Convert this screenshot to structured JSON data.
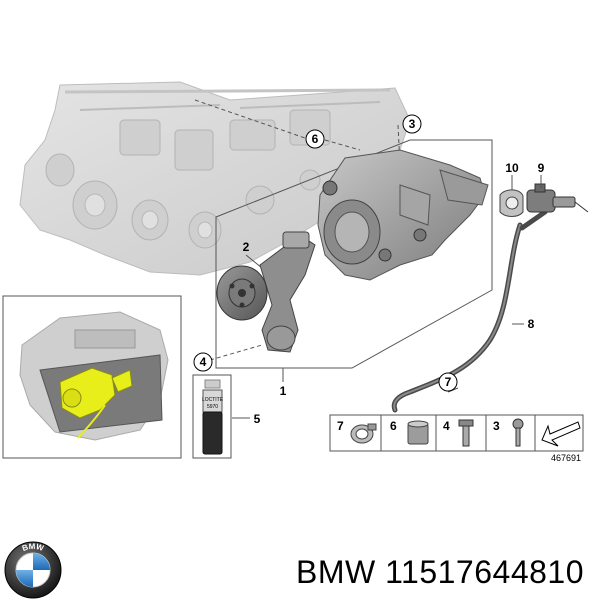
{
  "callouts": {
    "c1": "1",
    "c2": "2",
    "c3": "3",
    "c4": "4",
    "c5": "5",
    "c6": "6",
    "c7": "7",
    "c8": "8",
    "c9": "9",
    "c10": "10"
  },
  "tube_label": [
    "LOCTITE",
    "5970"
  ],
  "parts_strip": [
    {
      "label": "7",
      "icon": "hose-clamp-icon"
    },
    {
      "label": "6",
      "icon": "sleeve-icon"
    },
    {
      "label": "4",
      "icon": "flange-bolt-icon"
    },
    {
      "label": "3",
      "icon": "bolt-icon"
    },
    {
      "label": "",
      "icon": "direction-arrow-icon"
    }
  ],
  "diagram_number": "467691",
  "brand": {
    "logo": "bmw-roundel-logo",
    "logo_text": "BMW",
    "part_line": "BMW 11517644810"
  },
  "colors": {
    "engine_gray": "#d6d6d6",
    "highlight": "#e8ee1a",
    "part_dark": "#5c5c5c"
  }
}
